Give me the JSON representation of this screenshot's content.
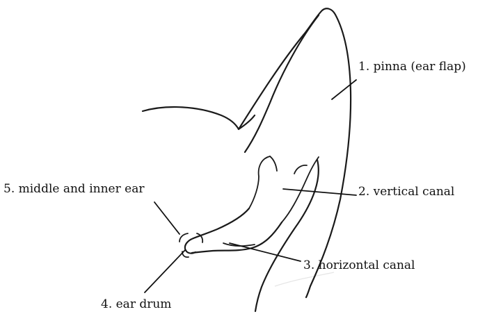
{
  "labels": {
    "pinna": "1. pinna (ear flap)",
    "vertical_canal": "2. vertical canal",
    "horizontal_canal": "3. horizontal canal",
    "ear_drum": "4. ear drum",
    "middle_inner_ear": "5. middle and inner ear"
  },
  "colors": {
    "ink": "#1a1a1a",
    "background": "#ffffff"
  }
}
